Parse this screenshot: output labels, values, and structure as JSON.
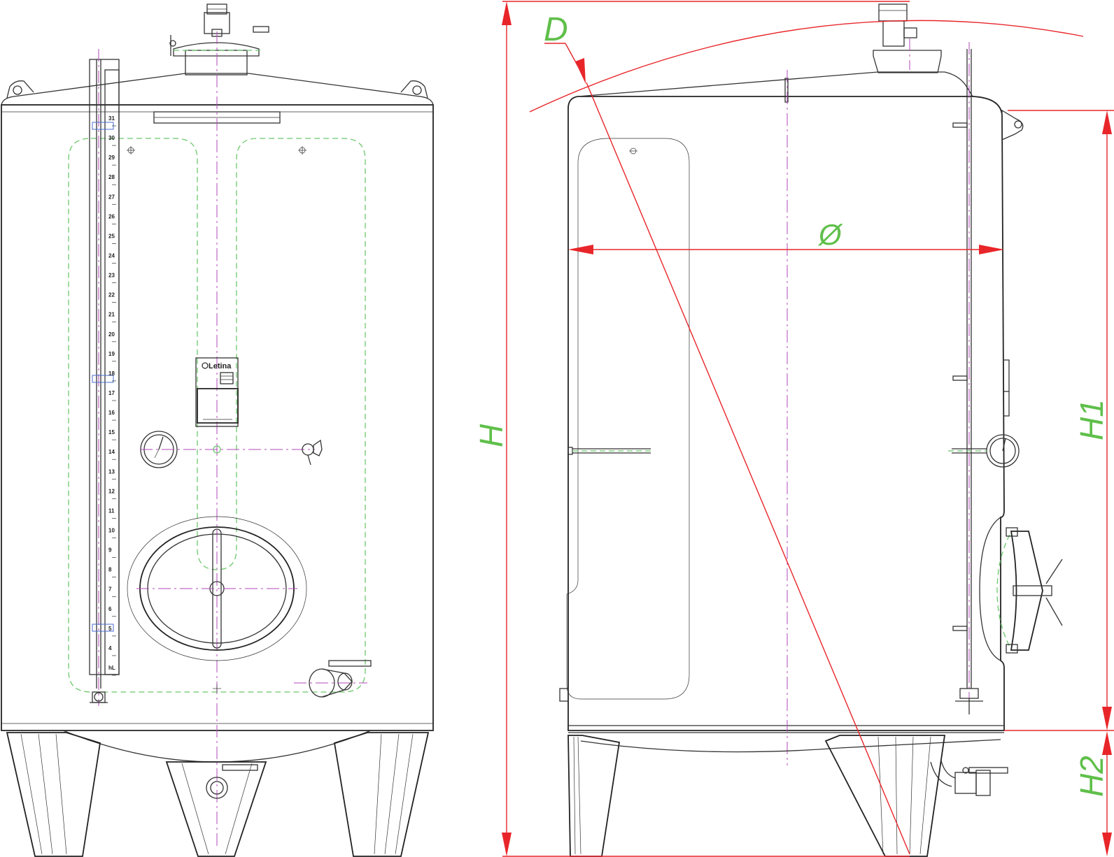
{
  "brand": {
    "name": "Letina"
  },
  "dimensions": {
    "height": "H",
    "upper_height": "H1",
    "lower_height": "H2",
    "diameter": "Ø",
    "diagonal": "D"
  },
  "level_scale": {
    "marks": [
      "31",
      "30",
      "29",
      "28",
      "27",
      "26",
      "25",
      "24",
      "23",
      "22",
      "21",
      "20",
      "19",
      "18",
      "17",
      "16",
      "15",
      "14",
      "13",
      "12",
      "11",
      "10",
      "9",
      "8",
      "7",
      "6",
      "5",
      "4",
      "hL"
    ]
  },
  "colors": {
    "dimension_line": "#e8262a",
    "dimension_text": "#5fbf4a",
    "center_line": "#b04ab8",
    "cooling_jacket": "#6cc86c",
    "outline": "#333333"
  }
}
